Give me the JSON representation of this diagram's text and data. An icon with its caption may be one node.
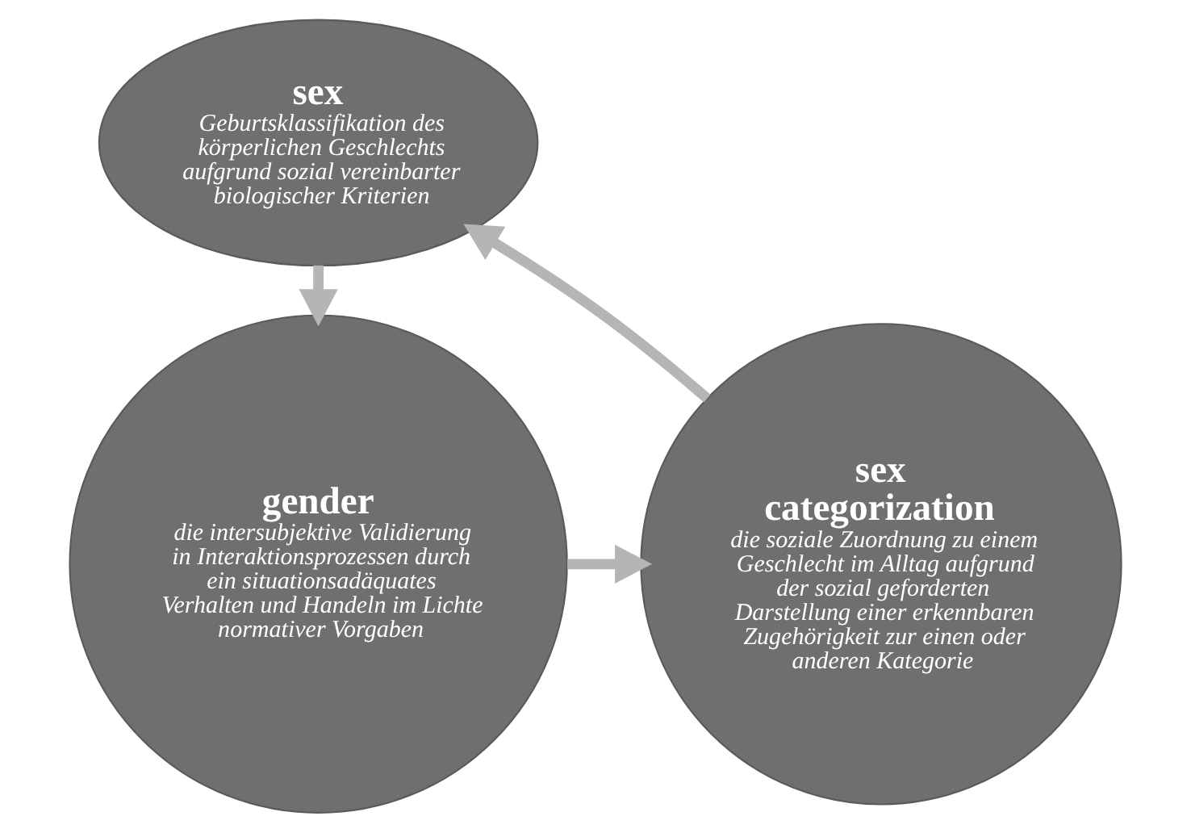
{
  "diagram": {
    "nodes": [
      {
        "text": [
          "sex",
          "Geburtsklassifikation des körperlichen Geschlechts aufgrund sozial vereinbarter biologischer Kriterien"
        ]
      },
      {
        "text": [
          "gender",
          "die intersubjektive Validierung in Interaktionsprozessen durch ein situationsadäquates Verhalten und Handeln im Lichte normativer Vorgaben"
        ]
      },
      {
        "text": [
          "sex categorization",
          "die soziale Zuordnung zu einem Geschlecht im Alltag aufgrund der sozial geforderten Darstellung einer erkennbaren Zugehörigkeit zur einen oder anderen Kategorie"
        ]
      }
    ],
    "edges": [
      {
        "from": 0,
        "to": 1,
        "arrow": "to"
      },
      {
        "from": 1,
        "to": 2,
        "arrow": "to"
      },
      {
        "from": 2,
        "to": 0,
        "arrow": "to"
      }
    ]
  }
}
